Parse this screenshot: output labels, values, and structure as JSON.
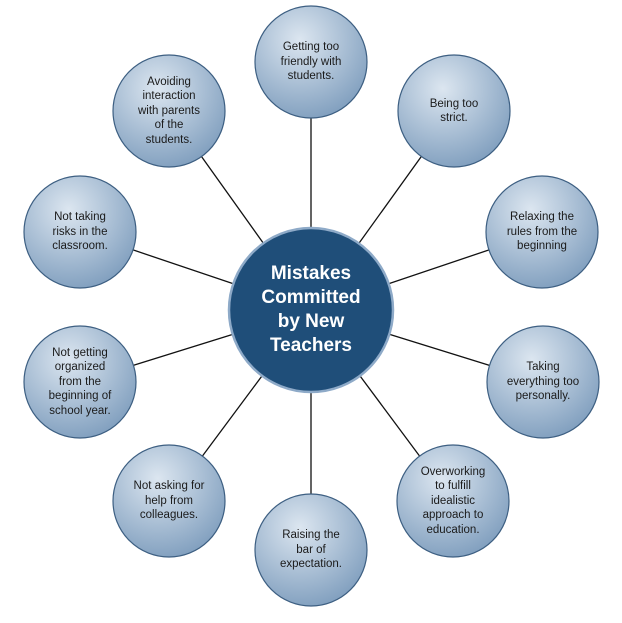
{
  "colors": {
    "center_fill": "#1f4e79",
    "center_stroke": "#8eaac8",
    "node_fill_light": "#dce6f0",
    "node_fill_dark": "#7e9dbd",
    "node_stroke": "#3d5f82",
    "connector": "#111111"
  },
  "center": {
    "label": "Mistakes\nCommitted\nby New\nTeachers"
  },
  "nodes": [
    {
      "label": "Getting too\nfriendly with\nstudents."
    },
    {
      "label": "Being too\nstrict."
    },
    {
      "label": "Relaxing the\nrules from the\nbeginning"
    },
    {
      "label": "Taking\neverything too\npersonally."
    },
    {
      "label": "Overworking\nto fulfill\nidealistic\napproach to\neducation."
    },
    {
      "label": "Raising the\nbar of\nexpectation."
    },
    {
      "label": "Not asking for\nhelp from\ncolleagues."
    },
    {
      "label": "Not getting\norganized\nfrom the\nbeginning of\nschool year."
    },
    {
      "label": "Not taking\nrisks in the\nclassroom."
    },
    {
      "label": "Avoiding\ninteraction\nwith parents\nof the\nstudents."
    }
  ]
}
